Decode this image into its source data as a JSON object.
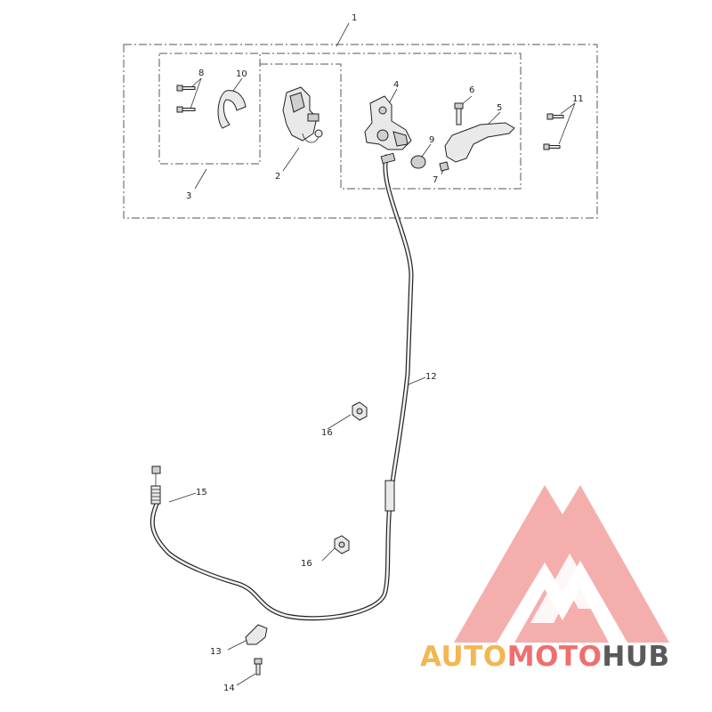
{
  "callouts": {
    "c1": "1",
    "c2": "2",
    "c3": "3",
    "c4": "4",
    "c5": "5",
    "c6": "6",
    "c7": "7",
    "c8": "8",
    "c9": "9",
    "c10": "10",
    "c11": "11",
    "c12": "12",
    "c13": "13",
    "c14": "14",
    "c15": "15",
    "c16a": "16",
    "c16b": "16"
  },
  "watermark": {
    "part1": "AUTO",
    "part2": "MOTO",
    "part3": "HUB",
    "colors": {
      "auto": "#f4b650",
      "moto": "#ee6f6f",
      "hub": "#5a5a5a",
      "logo": "#f0908f"
    }
  }
}
